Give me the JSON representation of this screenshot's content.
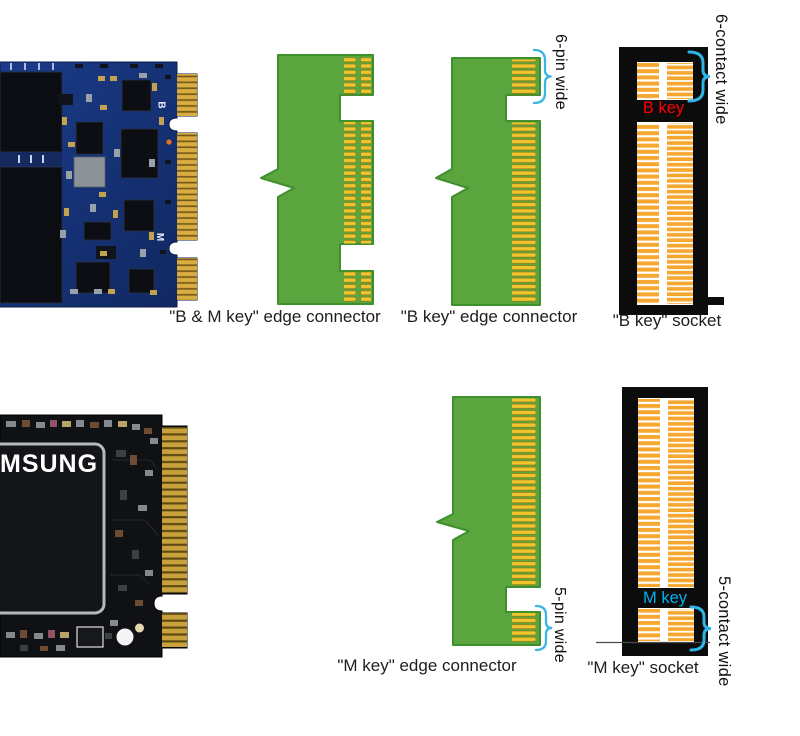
{
  "diagram": {
    "top_row": {
      "bm_connector_caption": "\"B & M key\" edge connector",
      "b_connector_caption": "\"B key\" edge connector",
      "b_socket_caption": "\"B key\" socket",
      "b_pin_annotation": "6-pin wide",
      "b_contact_annotation": "6-contact wide",
      "b_key_label": "B key"
    },
    "bottom_row": {
      "m_connector_caption": "\"M key\" edge connector",
      "m_socket_caption": "\"M key\" socket",
      "m_pin_annotation": "5-pin wide",
      "m_contact_annotation": "5-contact wide",
      "m_key_label": "M key"
    },
    "photos": {
      "top_ssd_pcb_letter_b": "B",
      "top_ssd_pcb_letter_m": "M",
      "bottom_ssd_brand_visible": "MSUNG"
    },
    "colors": {
      "card_green": "#5aa53e",
      "pin_gold": "#f0c42f",
      "socket_contact_orange": "#f6a72f",
      "socket_body_black": "#0c0c0c",
      "bracket_cyan": "#3ab5e6",
      "b_key_label_color": "#ff0000",
      "m_key_label_color": "#00b0f0"
    }
  }
}
